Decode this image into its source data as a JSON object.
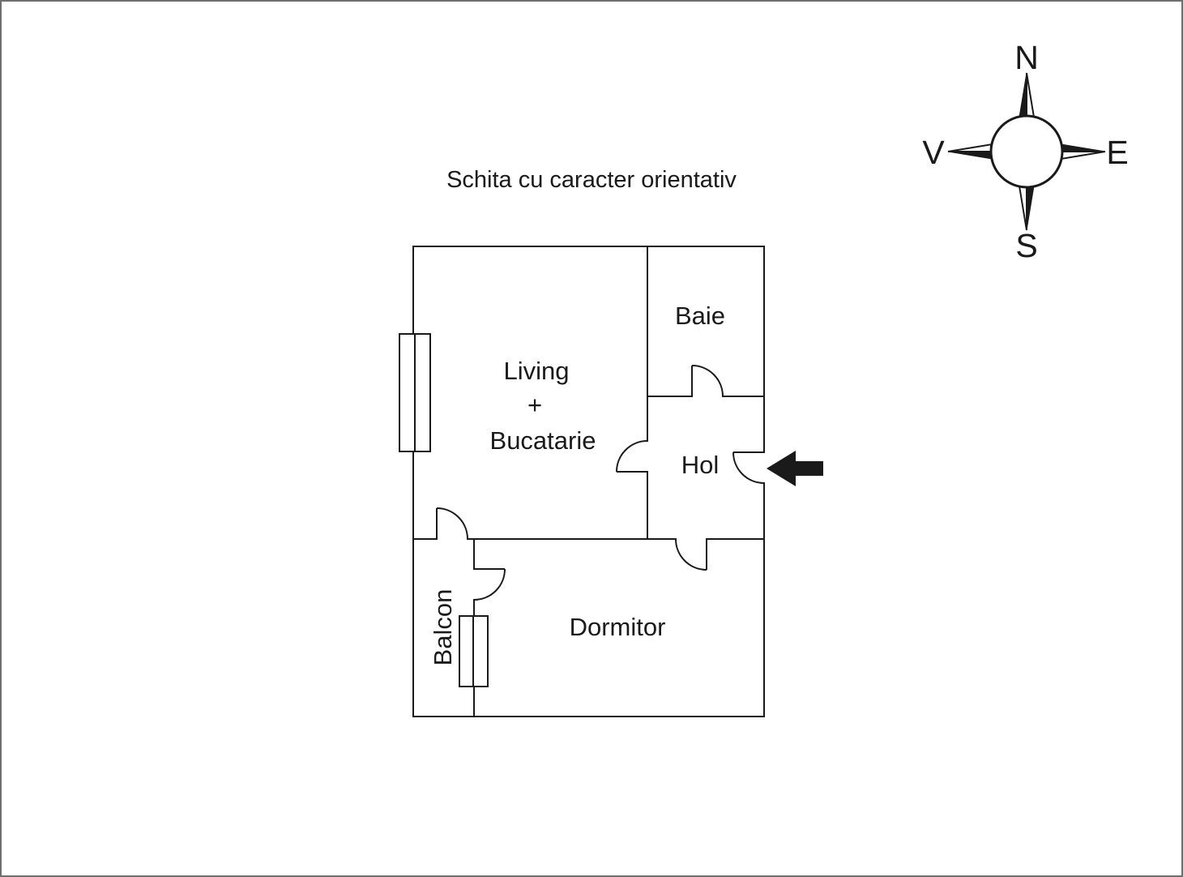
{
  "title": "Schita cu caracter orientativ",
  "compass": {
    "north": "N",
    "east": "E",
    "south": "S",
    "west": "V"
  },
  "rooms": {
    "living_kitchen": {
      "line1": "Living",
      "line2": "+",
      "line3": "Bucatarie"
    },
    "bathroom": "Baie",
    "hallway": "Hol",
    "bedroom": "Dormitor",
    "balcony": "Balcon"
  },
  "colors": {
    "line": "#1a1a1a",
    "background": "#ffffff",
    "page_border": "#6f6f6f",
    "arrow": "#1a1a1a"
  }
}
